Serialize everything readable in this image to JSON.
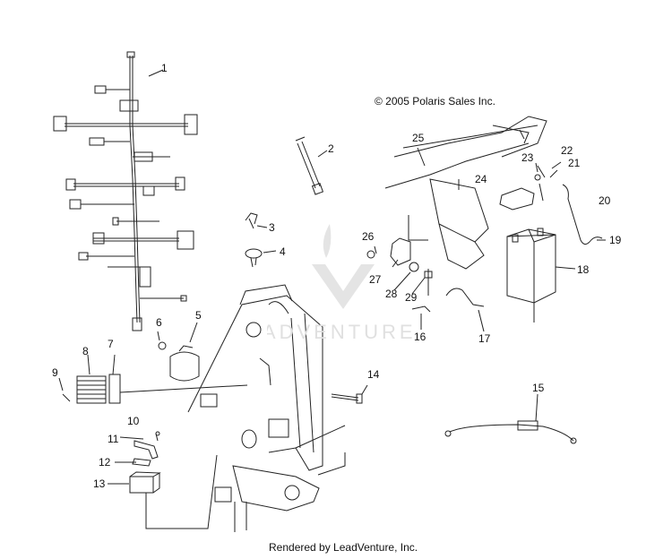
{
  "copyright": "© 2005 Polaris Sales Inc.",
  "rendered_by": "Rendered by LeadVenture, Inc.",
  "watermark": "LEADVENTURE",
  "callouts": [
    "1",
    "2",
    "3",
    "4",
    "5",
    "6",
    "7",
    "8",
    "9",
    "10",
    "11",
    "12",
    "13",
    "14",
    "15",
    "16",
    "17",
    "18",
    "19",
    "20",
    "21",
    "22",
    "23",
    "24",
    "25",
    "26",
    "27",
    "28",
    "29"
  ],
  "colors": {
    "line": "#222222",
    "watermark": "#d8d8d8"
  }
}
